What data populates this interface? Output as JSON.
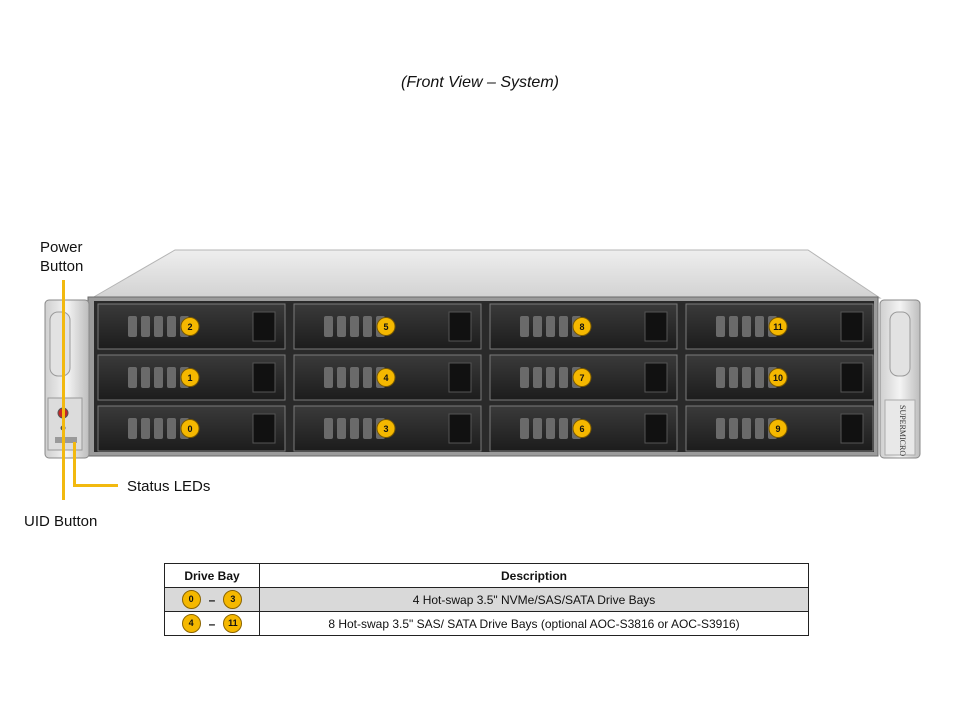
{
  "caption": "(Front View – System)",
  "labels": {
    "power_button": [
      "Power",
      "Button"
    ],
    "status_leds": "Status LEDs",
    "uid_button": "UID Button"
  },
  "brand_logo": "SUPERMICRO",
  "drive_bays": {
    "rows": [
      [
        "2",
        "5",
        "8",
        "11"
      ],
      [
        "1",
        "4",
        "7",
        "10"
      ],
      [
        "0",
        "3",
        "6",
        "9"
      ]
    ]
  },
  "table": {
    "headers": [
      "Drive Bay",
      "Description"
    ],
    "rows": [
      {
        "from": "0",
        "to": "3",
        "description": "4 Hot-swap 3.5\" NVMe/SAS/SATA Drive Bays"
      },
      {
        "from": "4",
        "to": "11",
        "description": "8 Hot-swap 3.5\" SAS/ SATA Drive Bays (optional AOC-S3816 or AOC-S3916)"
      }
    ]
  },
  "colors": {
    "badge": "#f5b800",
    "leader": "#f2b90f",
    "highlight_row": "#d9d9d9"
  }
}
